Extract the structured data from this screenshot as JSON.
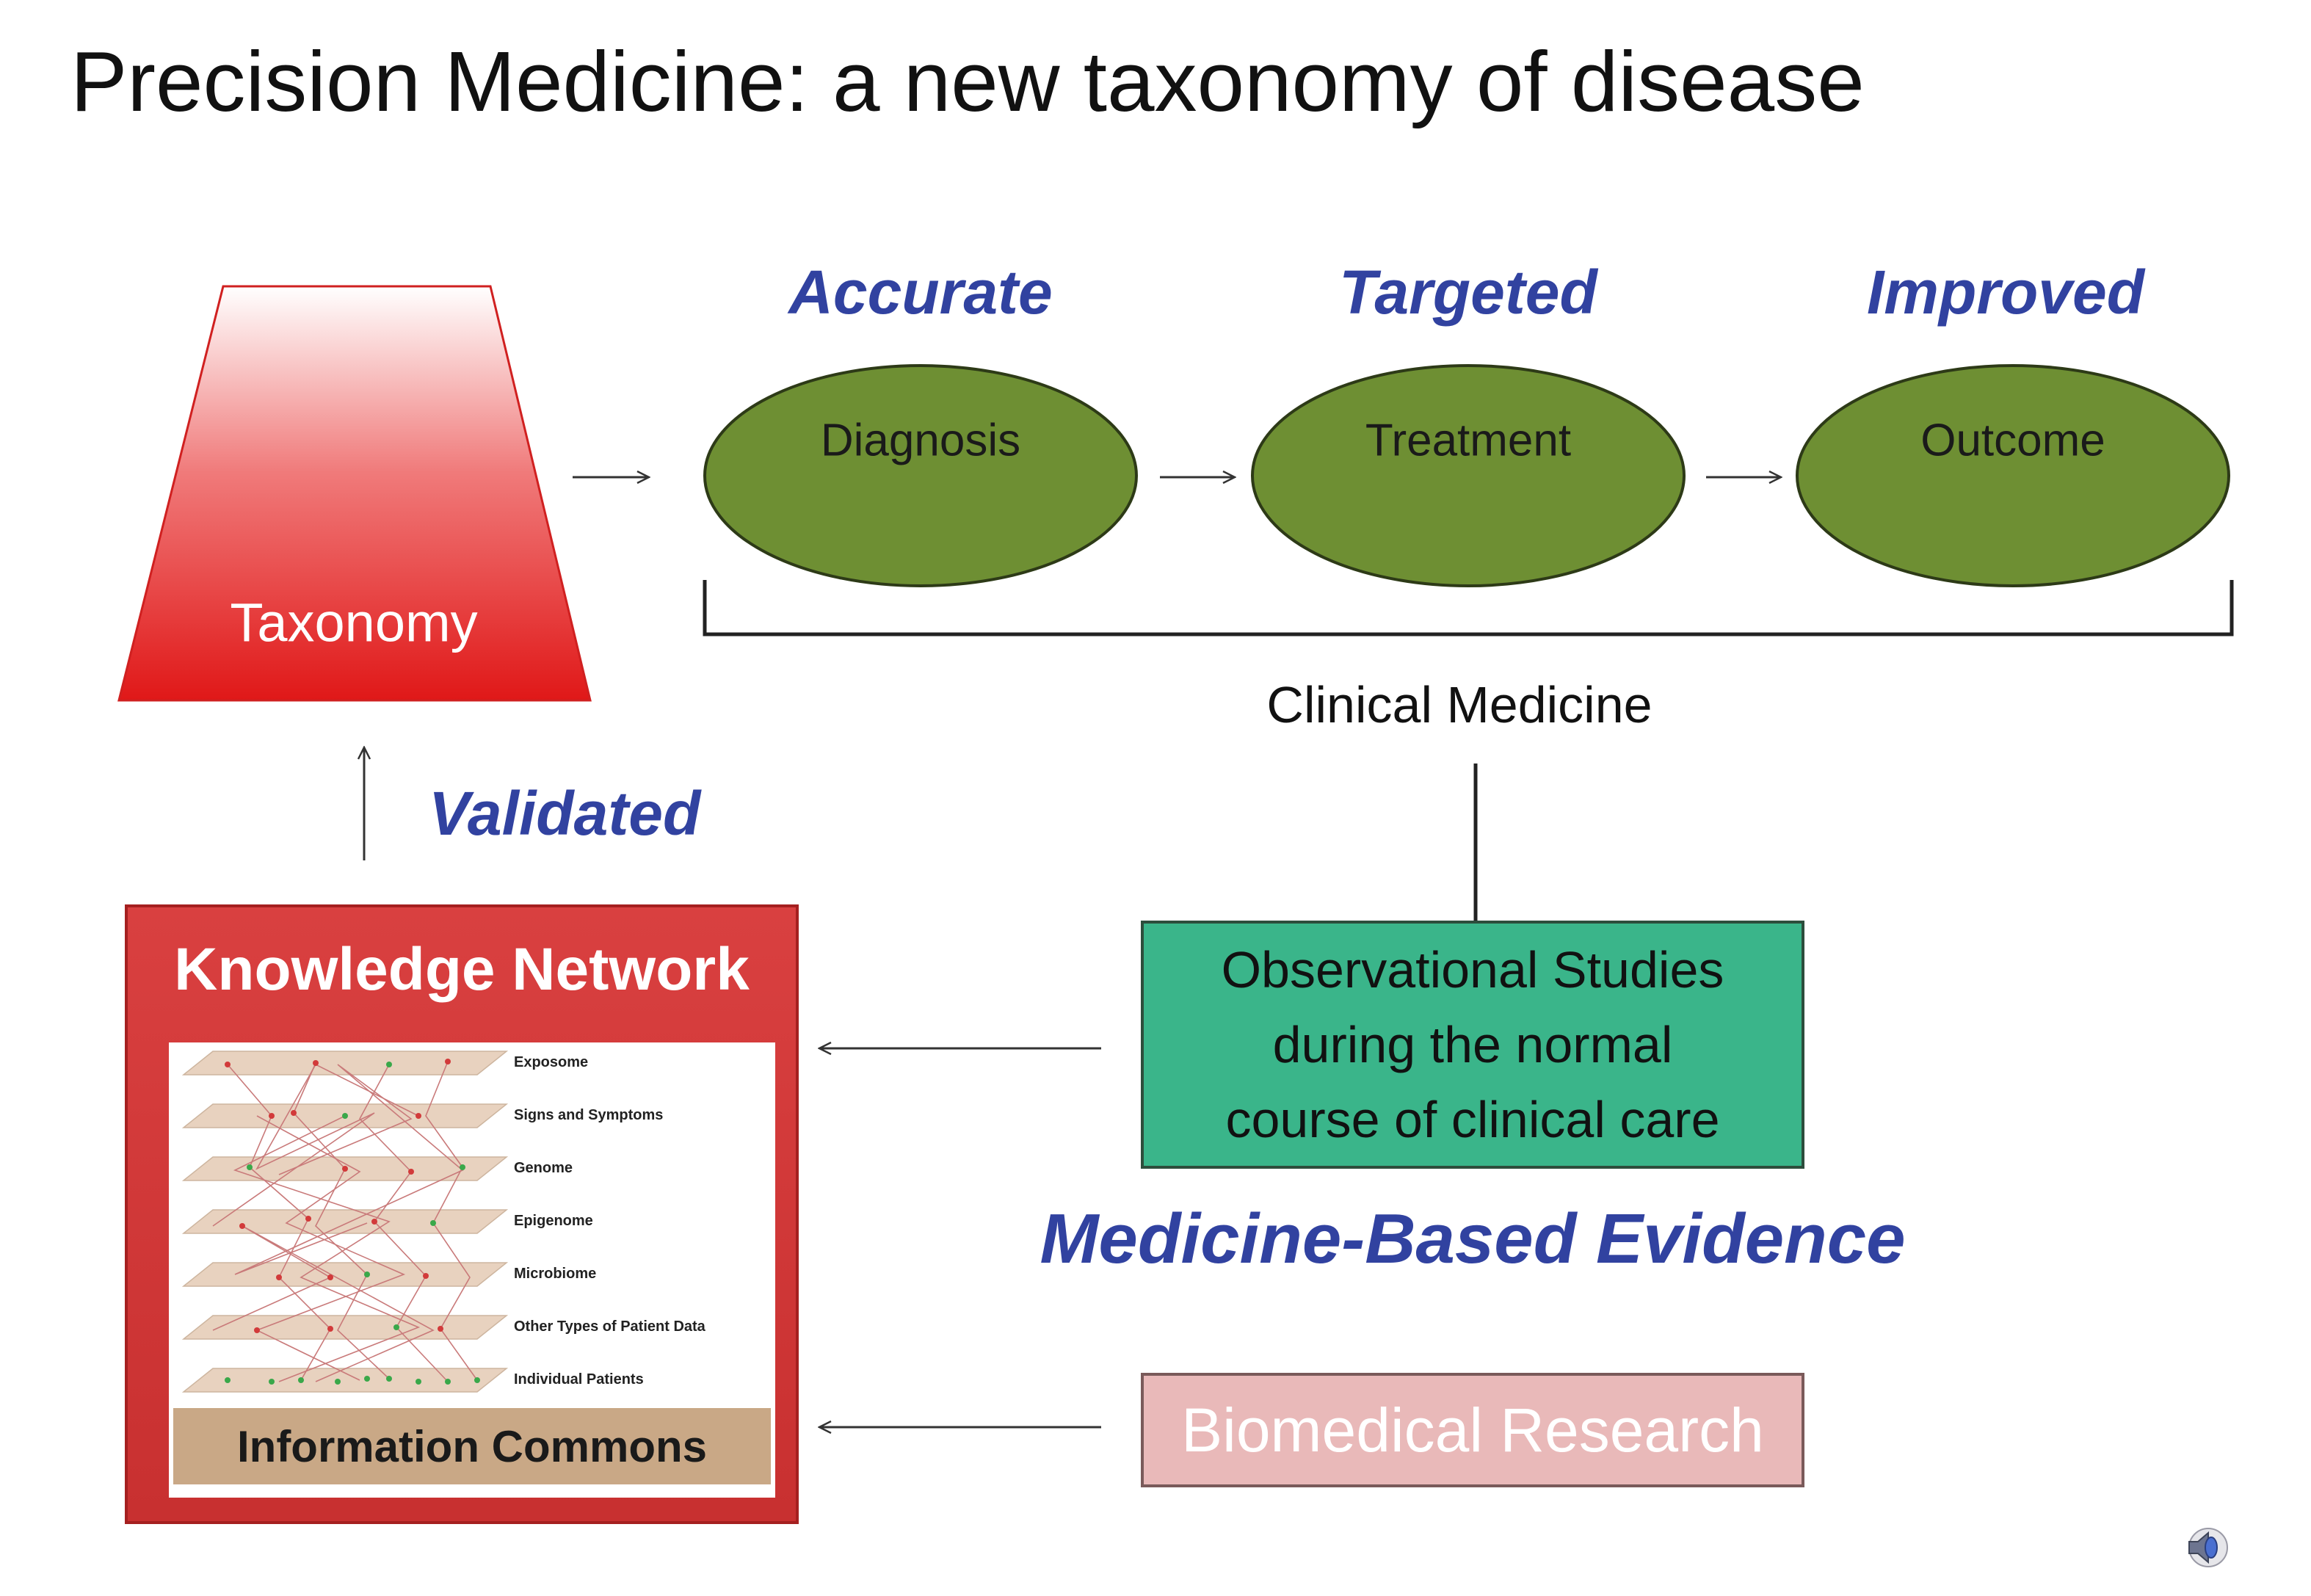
{
  "title": "Precision Medicine: a new taxonomy of disease",
  "taxonomy": {
    "label": "Taxonomy"
  },
  "qualifiers": {
    "accurate": "Accurate",
    "targeted": "Targeted",
    "improved": "Improved",
    "validated": "Validated"
  },
  "nodes": {
    "diagnosis": "Diagnosis",
    "treatment": "Treatment",
    "outcome": "Outcome"
  },
  "clinical_medicine": "Clinical Medicine",
  "knowledge_network": {
    "title": "Knowledge Network",
    "layers": [
      "Exposome",
      "Signs and Symptoms",
      "Genome",
      "Epigenome",
      "Microbiome",
      "Other Types of Patient Data",
      "Individual Patients"
    ],
    "information_commons": "Information Commons"
  },
  "observational": {
    "lines": [
      "Observational Studies",
      "during the normal",
      "course of clinical care"
    ]
  },
  "medicine_based_evidence": "Medicine-Based Evidence",
  "biomedical_research": "Biomedical Research",
  "colors": {
    "qualifier_blue": "#3142a0",
    "ellipse_green": "#6e8f33",
    "taxonomy_red": "#e02020",
    "knowledge_red": "#d33a3a",
    "observational_teal": "#3ab58a",
    "biomedical_pink": "#e9b9b9",
    "commons_tan": "#c9a886"
  },
  "icons": {
    "speaker": "speaker-icon"
  }
}
